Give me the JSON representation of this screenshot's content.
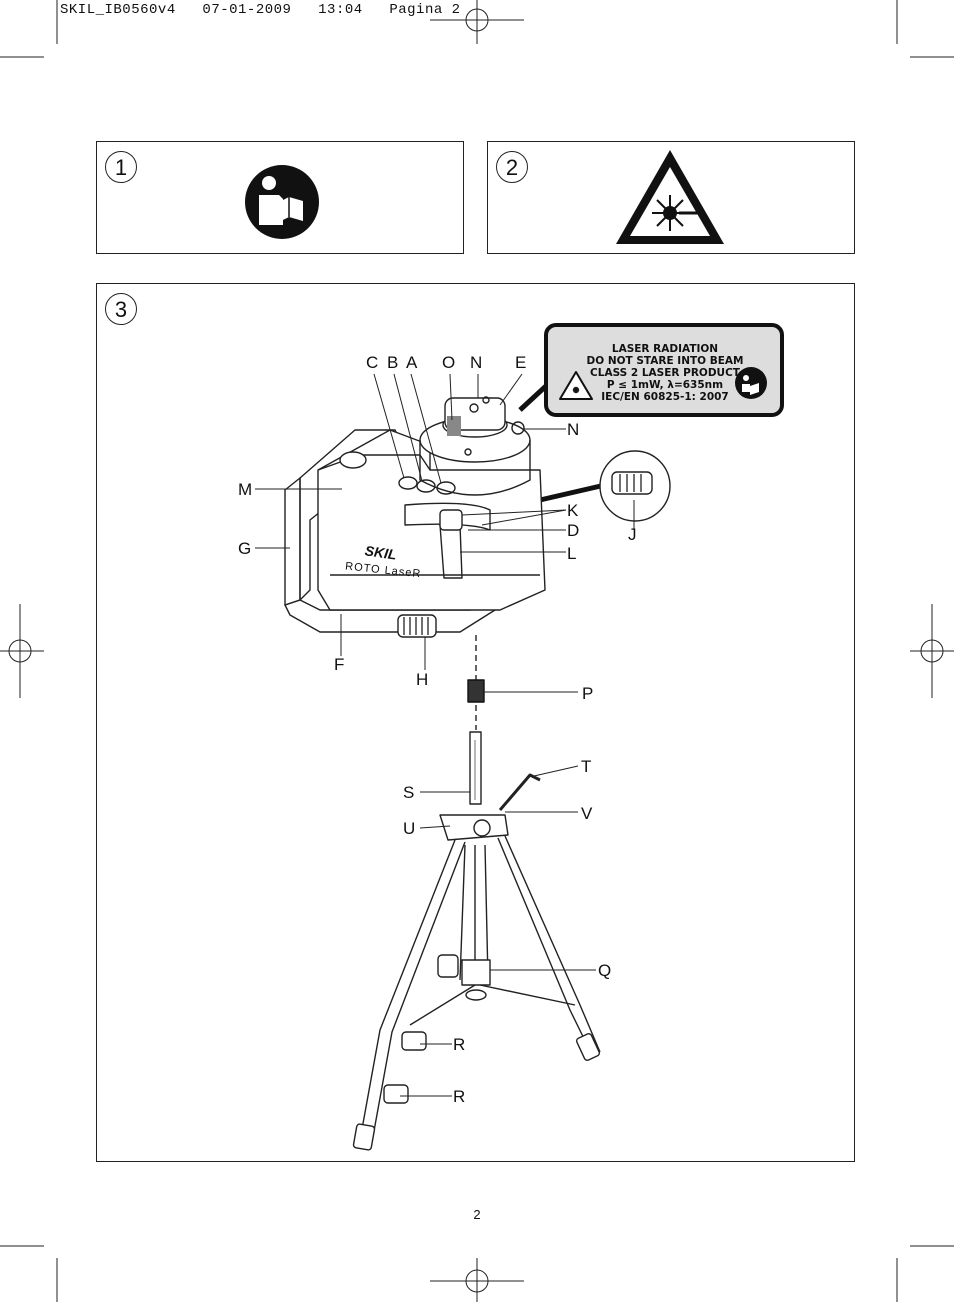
{
  "header": {
    "text": "SKIL_IB0560v4   07-01-2009   13:04   Pagina 2"
  },
  "figures": [
    {
      "number": "1",
      "icon": "read-manual-icon"
    },
    {
      "number": "2",
      "icon": "laser-warning-icon"
    },
    {
      "number": "3"
    }
  ],
  "laser_label": {
    "lines": [
      "LASER RADIATION",
      "DO NOT STARE INTO BEAM",
      "CLASS 2 LASER PRODUCT",
      "P ≤ 1mW, λ=635nm",
      "IEC/EN 60825-1: 2007"
    ]
  },
  "product_text": {
    "brand": "SKIL",
    "model": "ROTO LaseR"
  },
  "callouts": {
    "C": "C",
    "B": "B",
    "A": "A",
    "O": "O",
    "N1": "N",
    "E": "E",
    "N2": "N",
    "M": "M",
    "K": "K",
    "D": "D",
    "L": "L",
    "J": "J",
    "G": "G",
    "F": "F",
    "H": "H",
    "P": "P",
    "T": "T",
    "S": "S",
    "V": "V",
    "U": "U",
    "Q": "Q",
    "R1": "R",
    "R2": "R"
  },
  "page_number": "2"
}
